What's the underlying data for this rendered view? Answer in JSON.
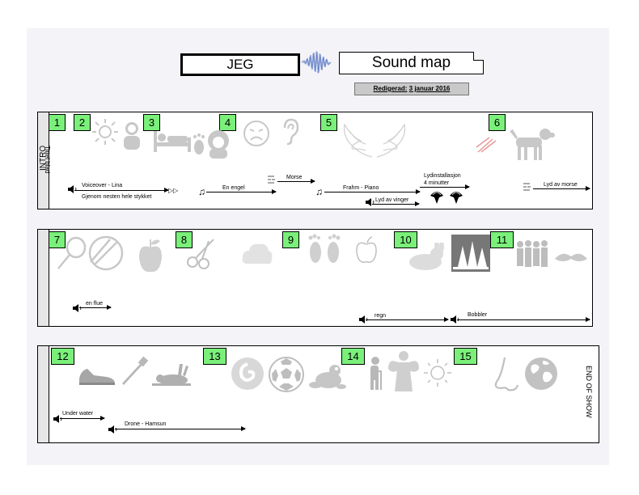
{
  "header": {
    "title": "JEG",
    "subtitle": "Sound map",
    "edited_prefix": "Redigerad:",
    "edited_date": "3 januar 2016"
  },
  "lanes": [
    {
      "label": "INTRO",
      "sublabel": "Tittel blad"
    },
    {
      "label": ""
    },
    {
      "label": "",
      "end_label": "END OF SHOW"
    }
  ],
  "badges": [
    "1",
    "2",
    "3",
    "4",
    "5",
    "6",
    "7",
    "8",
    "9",
    "10",
    "11",
    "12",
    "13",
    "14",
    "15"
  ],
  "cues": {
    "voiceover": "Voiceover - Lina",
    "voiceover_note": "Gjenom nesten hele stykket",
    "en_engel": "En engel",
    "morse": "Morse",
    "frahm": "Frahm - Piano",
    "lyd_vinger": "Lyd av vinger",
    "lydinstallasjon": "Lydinstallasjon",
    "fire_minutter": "4 minutter",
    "lyd_morse": "Lyd av morse",
    "en_flue": "en flue",
    "regn": "regn",
    "bobbler": "Bobbler",
    "under_water": "Under water",
    "drone": "Drone - Hamsun"
  },
  "colors": {
    "badge": "#7af07a",
    "icon_gray": "#c8c8c8",
    "lane_label_bg": "#e6e6e6"
  },
  "icons": [
    "sun-icon",
    "baby-icon",
    "bed-icon",
    "footprint-icon",
    "girl-icon",
    "sad-face-icon",
    "ear-icon",
    "wings-icon",
    "scratch-icon",
    "dog-icon",
    "magnifier-icon",
    "no-icon",
    "apple-icon",
    "scissors-icon",
    "cloud-icon",
    "feet-icon",
    "apple-logo-icon",
    "rabbit-icon",
    "forest-icon",
    "crowd-icon",
    "mustache-icon",
    "shoe-icon",
    "toothbrush-icon",
    "dead-bird-icon",
    "baby-swirl-icon",
    "football-icon",
    "frog-icon",
    "elderly-icon",
    "angel-statue-icon",
    "sun-outline-icon",
    "nose-icon",
    "globe-icon"
  ]
}
